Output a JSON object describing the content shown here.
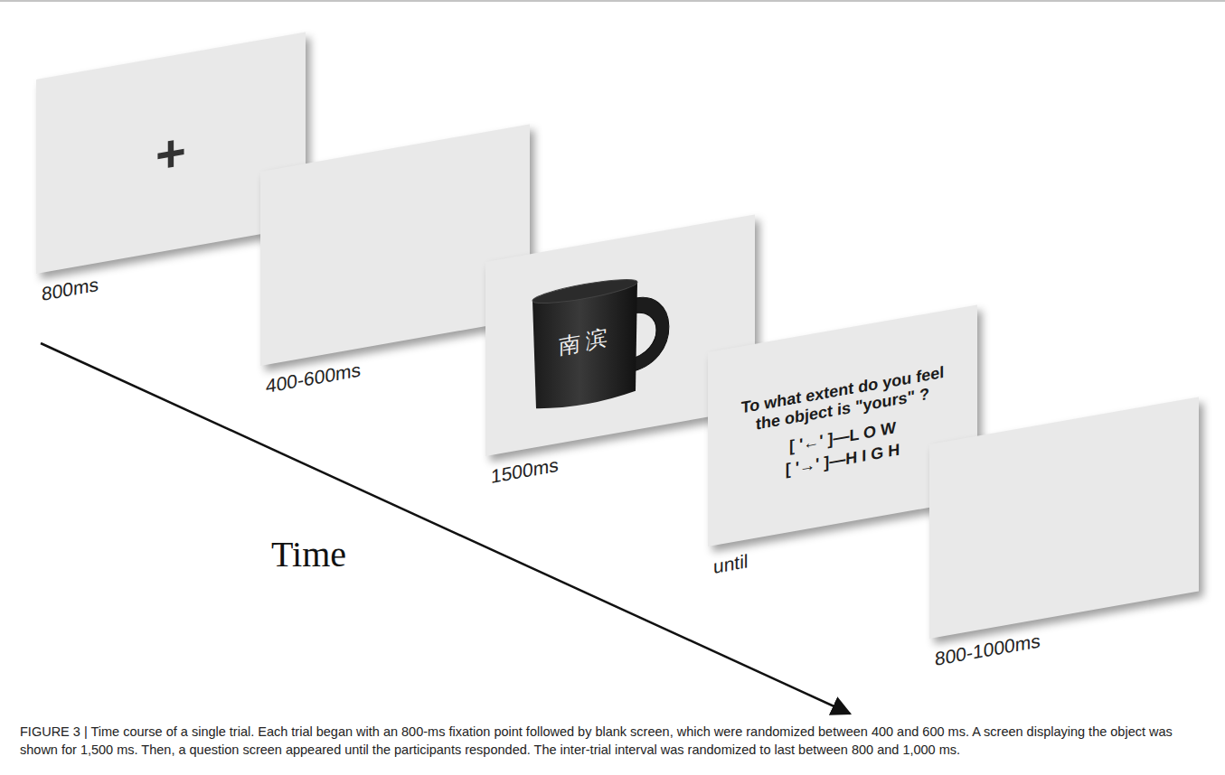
{
  "diagram": {
    "caption": "FIGURE 3 | Time course of a single trial. Each trial began with an 800-ms fixation point followed by blank screen, which were randomized between 400 and 600 ms. A screen displaying the object was shown for 1,500 ms. Then, a question screen appeared until the participants responded. The inter-trial interval was randomized to last between 800 and 1,000 ms.",
    "nodes": [
      {
        "text": [
          "+",
          "800ms"
        ]
      },
      {
        "text": [
          "400-600ms"
        ]
      },
      {
        "text": [
          "南滨",
          "1500ms"
        ]
      },
      {
        "text": [
          "To what extent do you feel the object is \"yours\" ?",
          "[ '←' ]—L O W",
          "[ '→' ]—H I G H",
          "until"
        ]
      },
      {
        "text": [
          "800-1000ms"
        ]
      }
    ],
    "labels": [
      "Time"
    ]
  }
}
